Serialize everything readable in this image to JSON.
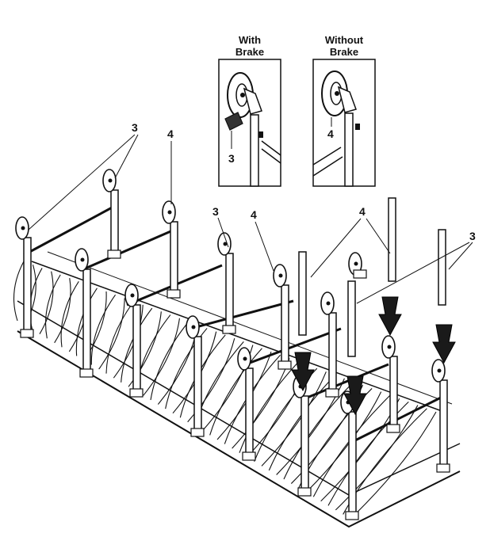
{
  "insets": [
    {
      "title_line1": "With",
      "title_line2": "Brake",
      "callout": "3"
    },
    {
      "title_line1": "Without",
      "title_line2": "Brake",
      "callout": "4"
    }
  ],
  "callouts": {
    "left_pair": "3",
    "left_rear": "4",
    "mid_caster": "3",
    "mid_caster_four": "4",
    "right_pair_four": "4",
    "far_right": "3"
  },
  "colors": {
    "line": "#111111",
    "arrow": "#1a1a1a",
    "background": "#ffffff"
  }
}
